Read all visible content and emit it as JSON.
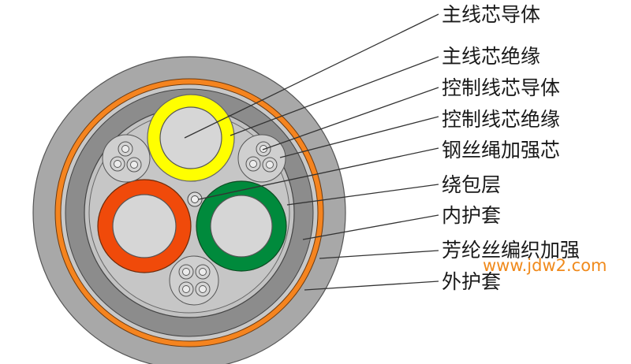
{
  "labels": {
    "main_conductor": "主线芯导体",
    "main_insulation": "主线芯绝缘",
    "control_conductor": "控制线芯导体",
    "control_insulation": "控制线芯绝缘",
    "steel_rope_core": "钢丝绳加强芯",
    "wrapping_layer": "绕包层",
    "inner_sheath": "内护套",
    "aramid_braid": "芳纶丝编织加强",
    "outer_sheath": "外护套"
  },
  "watermark": "www.jdw2.com",
  "colors": {
    "outer_sheath": "#a8a8a8",
    "orange_layer": "#f5841f",
    "inner_sheath": "#8c8c8c",
    "filler": "#c2c2c2",
    "conductor": "#d6d6d6",
    "yellow_core": "#ffff00",
    "red_core": "#f04a0a",
    "green_core": "#008a3c",
    "line": "#3a3a3a",
    "watermark": "#f08a1c"
  }
}
